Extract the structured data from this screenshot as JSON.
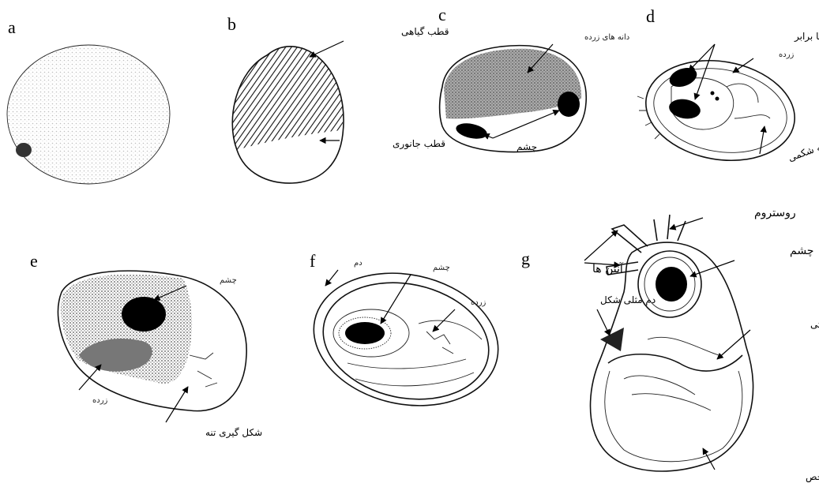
{
  "panels": {
    "a": {
      "letter": "a"
    },
    "b": {
      "letter": "b",
      "vegetal_pole": "قطب گیاهی",
      "animal_pole": "قطب جانوری"
    },
    "c": {
      "letter": "c",
      "yolk_granules": "دانه های زرده",
      "eye": "چشم"
    },
    "d": {
      "letter": "d",
      "embryo_unequal_eyes": "جنین با چشم نا برابر",
      "yolk": "زرده",
      "ventral_region": "ناحیه شکمی"
    },
    "e": {
      "letter": "e",
      "eye": "چشم",
      "yolk": "زرده",
      "body_formation": "شکل گیری تنه"
    },
    "f": {
      "letter": "f",
      "tail": "دم",
      "eye": "چشم",
      "yolk": "زرده"
    },
    "g": {
      "letter": "g",
      "rostrum": "روستروم",
      "antennae": "آنتن ها",
      "eye": "چشم",
      "triangular_tail": "دم مثلی شکل",
      "locomotor_legs": "پاهای حرکتی",
      "curved_body": "بدن خمیده با بخش های نامشخص"
    }
  }
}
